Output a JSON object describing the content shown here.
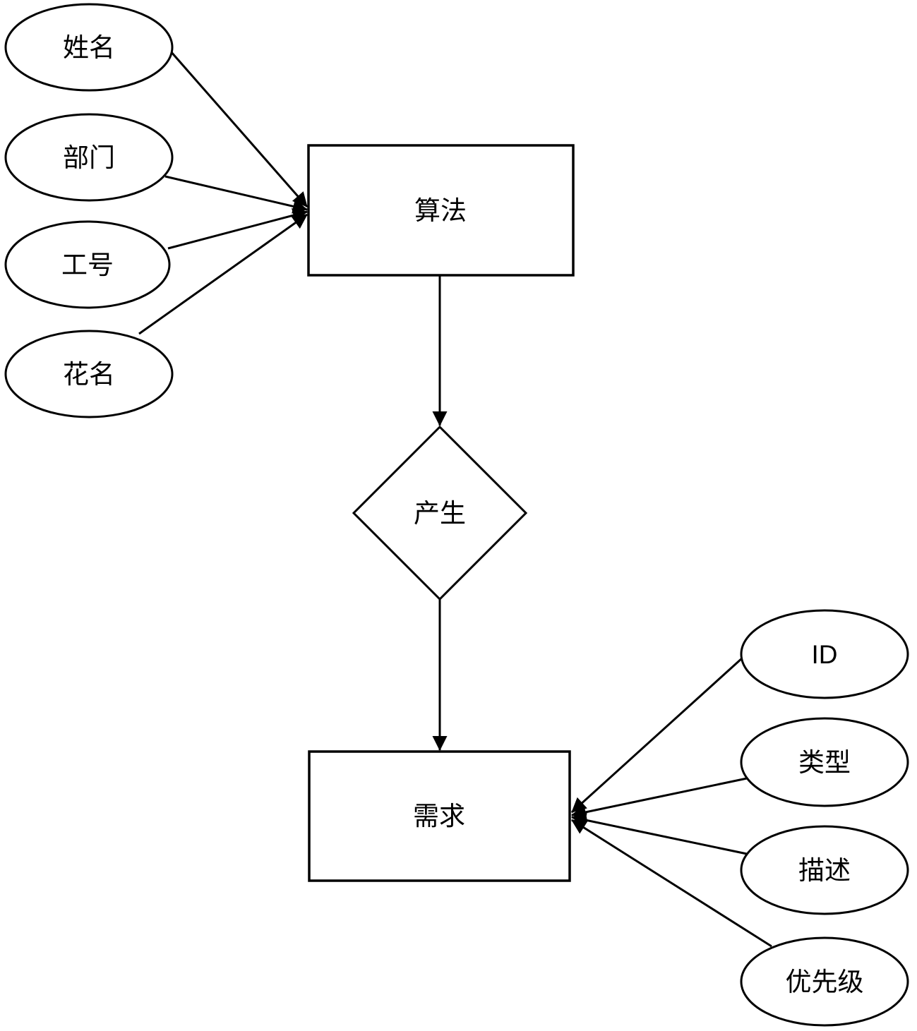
{
  "diagram": {
    "kind": "er-diagram",
    "background_color": "#ffffff",
    "line_color": "#000000",
    "text_color": "#000000",
    "entities": {
      "algorithm": {
        "label": "算法",
        "shape": "rectangle"
      },
      "requirement": {
        "label": "需求",
        "shape": "rectangle"
      }
    },
    "relationship": {
      "label": "产生",
      "shape": "diamond"
    },
    "algorithm_attributes": [
      {
        "label": "姓名",
        "shape": "ellipse"
      },
      {
        "label": "部门",
        "shape": "ellipse"
      },
      {
        "label": "工号",
        "shape": "ellipse"
      },
      {
        "label": "花名",
        "shape": "ellipse"
      }
    ],
    "requirement_attributes": [
      {
        "label": "ID",
        "shape": "ellipse"
      },
      {
        "label": "类型",
        "shape": "ellipse"
      },
      {
        "label": "描述",
        "shape": "ellipse"
      },
      {
        "label": "优先级",
        "shape": "ellipse"
      }
    ],
    "edges": [
      {
        "from": "姓名",
        "to": "算法",
        "arrow": "to"
      },
      {
        "from": "部门",
        "to": "算法",
        "arrow": "to"
      },
      {
        "from": "工号",
        "to": "算法",
        "arrow": "to"
      },
      {
        "from": "花名",
        "to": "算法",
        "arrow": "to"
      },
      {
        "from": "算法",
        "to": "产生",
        "arrow": "to"
      },
      {
        "from": "产生",
        "to": "需求",
        "arrow": "to"
      },
      {
        "from": "ID",
        "to": "需求",
        "arrow": "to"
      },
      {
        "from": "类型",
        "to": "需求",
        "arrow": "to"
      },
      {
        "from": "描述",
        "to": "需求",
        "arrow": "to"
      },
      {
        "from": "优先级",
        "to": "需求",
        "arrow": "to"
      }
    ]
  }
}
